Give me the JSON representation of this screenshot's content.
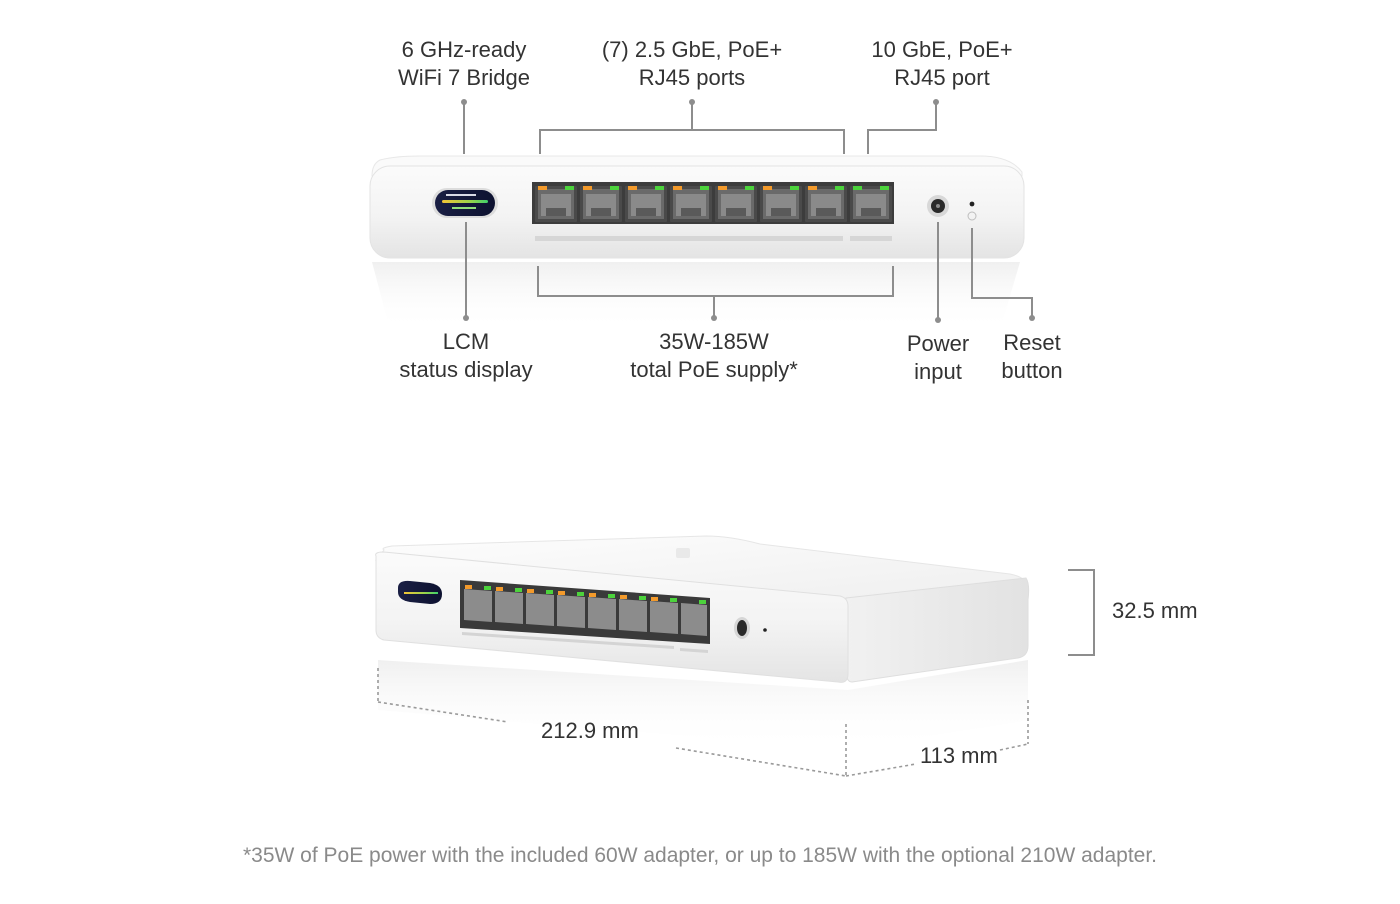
{
  "callouts": {
    "wifi_bridge": [
      "6 GHz-ready",
      "WiFi 7 Bridge"
    ],
    "ports_25": [
      "(7) 2.5 GbE, PoE+",
      "RJ45 ports"
    ],
    "port_10": [
      "10 GbE, PoE+",
      "RJ45 port"
    ],
    "lcm": [
      "LCM",
      "status display"
    ],
    "poe_supply": [
      "35W-185W",
      "total PoE supply*"
    ],
    "power": [
      "Power",
      "input"
    ],
    "reset": [
      "Reset",
      "button"
    ]
  },
  "dimensions": {
    "height": "32.5 mm",
    "width": "212.9 mm",
    "depth": "113 mm"
  },
  "footnote": "*35W of PoE power with the included 60W adapter, or up to 185W with the optional 210W adapter.",
  "colors": {
    "body": "#f4f4f4",
    "led_orange": "#f39a2b",
    "led_green": "#4cd33c",
    "lcm_screen": "#141a3a"
  }
}
